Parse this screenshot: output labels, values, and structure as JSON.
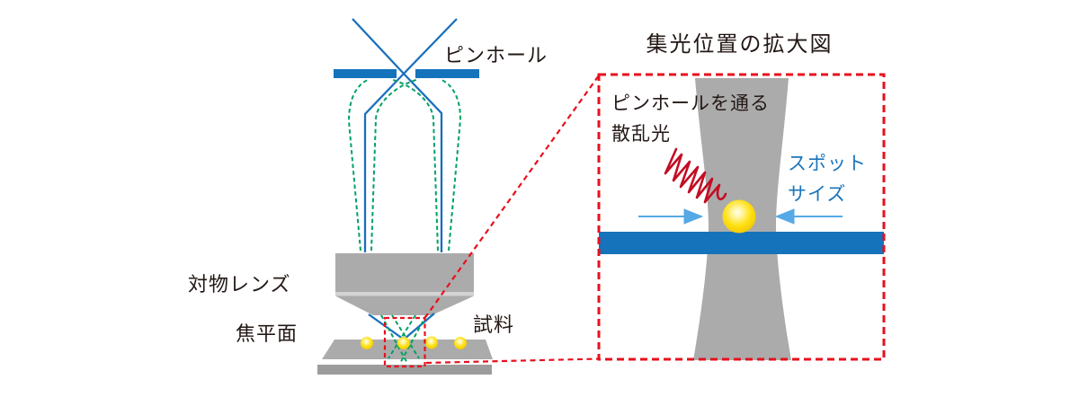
{
  "colors": {
    "ray_blue": "#1B6FBD",
    "bar_blue": "#1573BB",
    "light_blue": "#54A9E6",
    "green": "#00A263",
    "red": "#E8101E",
    "dark_red": "#C30D23",
    "gray": "#ABABAB",
    "gray_dark": "#9C9C9C",
    "gray_light": "#D3D3D3",
    "sphere_gold": "#F0C703",
    "label_blue": "#1B75BB",
    "text_black": "#231815"
  },
  "left_diagram": {
    "pinhole_label": "ピンホール",
    "objective_lens_label": "対物レンズ",
    "focal_plane_label": "焦平面",
    "sample_label": "試料"
  },
  "right_diagram": {
    "title": "集光位置の拡大図",
    "scattered_light_label_line1": "ピンホールを通る",
    "scattered_light_label_line2": "散乱光",
    "spot_size_label_line1": "スポット",
    "spot_size_label_line2": "サイズ"
  }
}
